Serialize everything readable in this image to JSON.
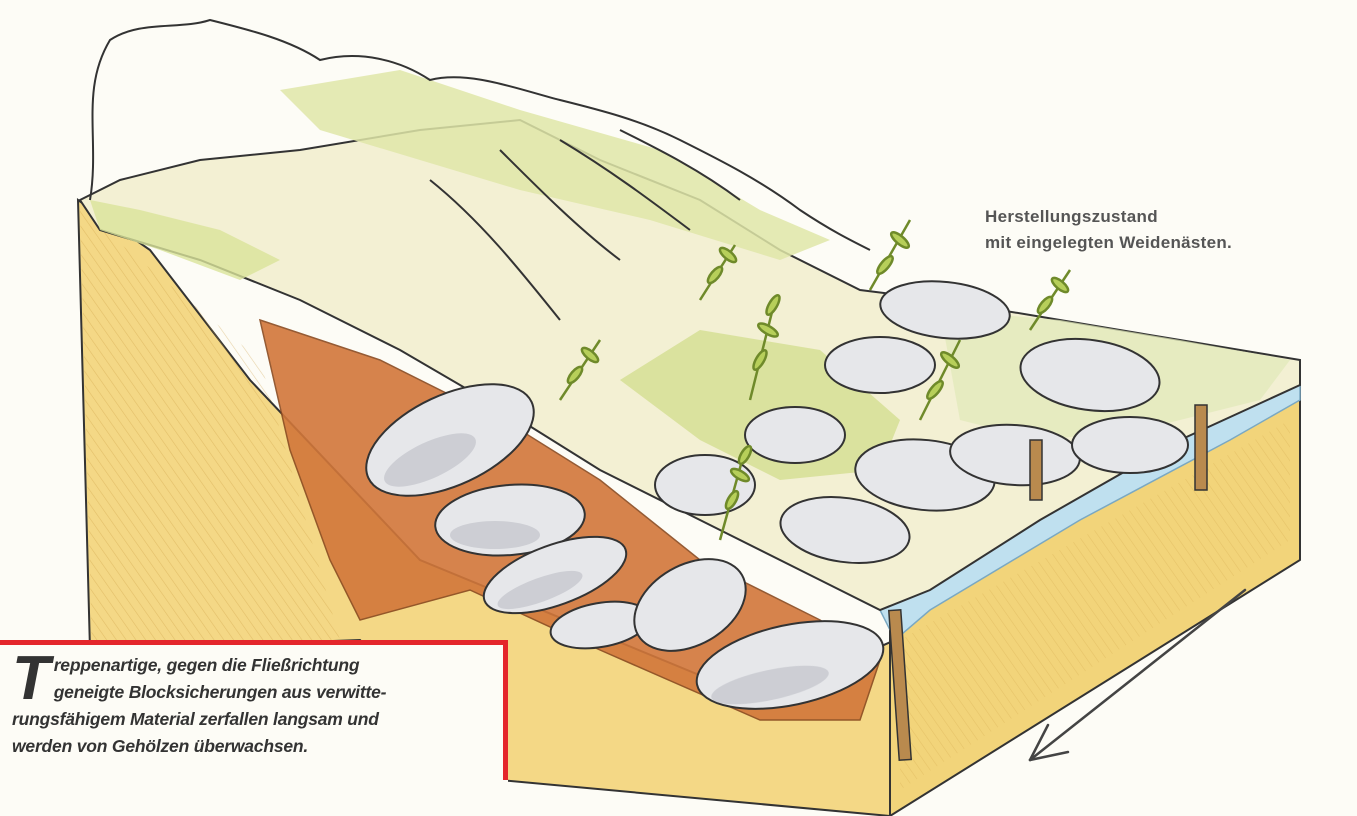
{
  "note": {
    "line1": "Herstellungszustand",
    "line2": "mit eingelegten Weidenästen."
  },
  "caption": {
    "dropcap": "T",
    "line1": "reppenartige, gegen die Fließrichtung",
    "line2": "geneigte Blocksicherungen aus verwitte-",
    "line3": "rungsfähigem Material zerfallen langsam und",
    "line4": "werden von Gehölzen überwachsen."
  },
  "colors": {
    "accent_red": "#e4262b",
    "soil_orange": "#d2773a",
    "sand_yellow": "#f2d47a",
    "grass_green": "#c9d67a",
    "water_blue": "#bfe0ef",
    "stone_grey": "#e6e7ea"
  },
  "icons": [
    "flow-direction-arrow-icon"
  ]
}
